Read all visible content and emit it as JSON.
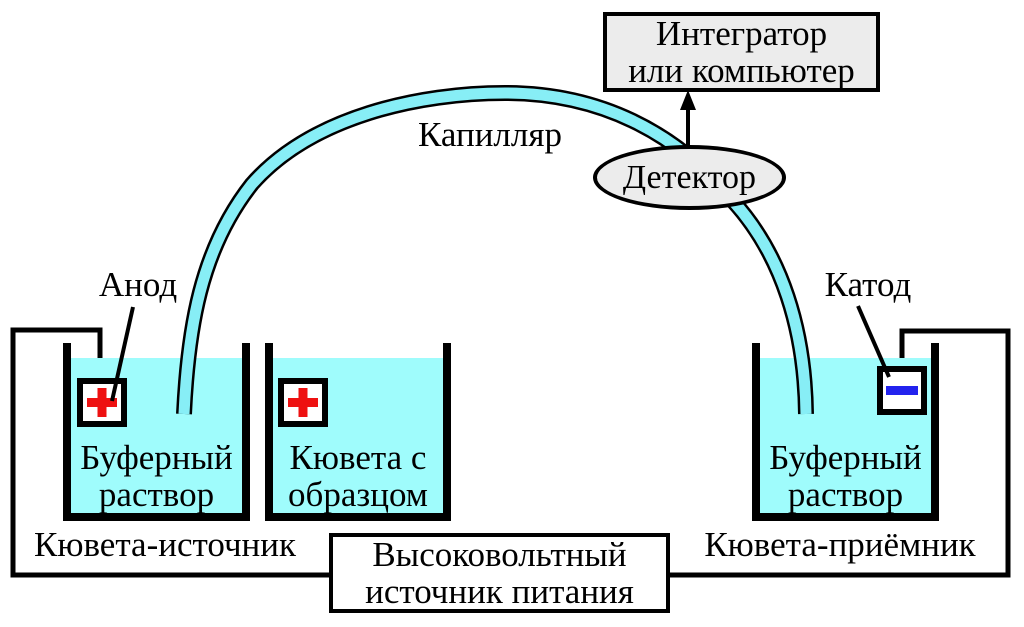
{
  "diagram": {
    "integrator_box": {
      "line1": "Интегратор",
      "line2": "или компьютер"
    },
    "detector_label": "Детектор",
    "capillary_label": "Капилляр",
    "anode_label": "Анод",
    "cathode_label": "Катод",
    "anode_sign": "+",
    "sample_sign": "+",
    "cathode_sign": "−",
    "source_vial": {
      "line1": "Буферный",
      "line2": "раствор",
      "caption": "Кювета-источник"
    },
    "sample_vial": {
      "line1": "Кювета с",
      "line2": "образцом"
    },
    "destination_vial": {
      "line1": "Буферный",
      "line2": "раствор",
      "caption": "Кювета-приёмник"
    },
    "power_supply": {
      "line1": "Высоковольтный",
      "line2": "источник питания"
    },
    "colors": {
      "liquid": "#9ffcfc",
      "capillary_fill": "#87eef6",
      "box_fill": "#ececec",
      "anode_plus": "#ee1111",
      "cathode_minus": "#2222ee",
      "line": "#000000"
    }
  }
}
